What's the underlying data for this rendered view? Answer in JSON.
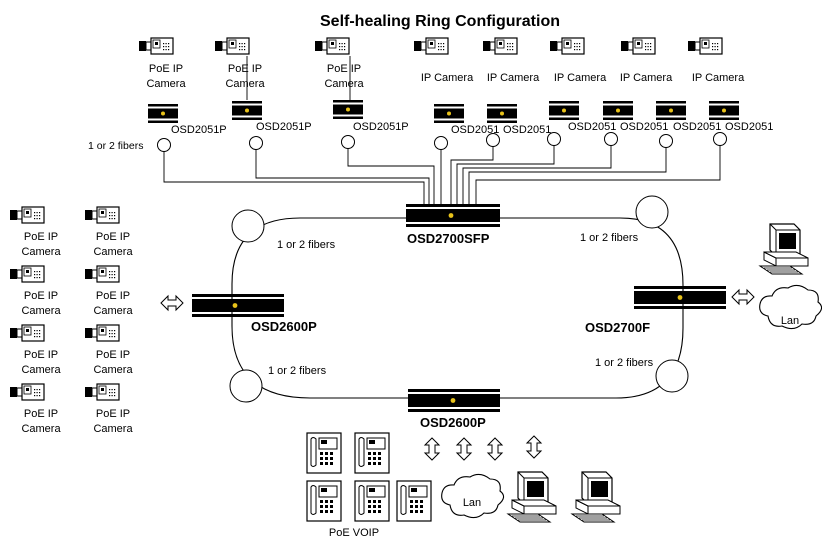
{
  "title": "Self-healing Ring Configuration",
  "labels": {
    "fibers": "1 or 2 fibers",
    "poe_ip_camera_1": "PoE IP",
    "poe_ip_camera_2": "Camera",
    "ip_camera": "IP Camera",
    "osd2051p": "OSD2051P",
    "osd2051": "OSD2051",
    "osd2700sfp": "OSD2700SFP",
    "osd2600p": "OSD2600P",
    "osd2700f": "OSD2700F",
    "lan": "Lan",
    "poe_voip": "PoE VOIP"
  },
  "colors": {
    "line": "#000000",
    "accent": "#e8c21a",
    "device": "#000000",
    "background": "#ffffff"
  },
  "icons": [
    "camera-icon",
    "switch-icon",
    "fiber-coil-icon",
    "computer-icon",
    "cloud-icon",
    "phone-icon",
    "bidirectional-arrow-icon"
  ]
}
